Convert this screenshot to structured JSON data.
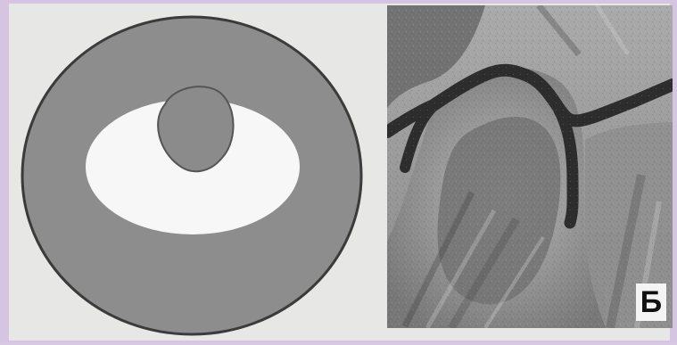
{
  "figure": {
    "label": "Б"
  },
  "colors": {
    "background_lilac": "#d5c4e2",
    "panel": "#e7e7e5",
    "outer_ring": "#8d8d8d",
    "inner_oval": "#f7f7f7",
    "central_blob": "#8b8b8b",
    "stroke": "#3b3b3b",
    "ultrasound_dark": "#2d2d2d"
  },
  "icons": {
    "diagram": "concentric-oval-diagram",
    "ultrasound": "grayscale-ultrasound-image"
  }
}
